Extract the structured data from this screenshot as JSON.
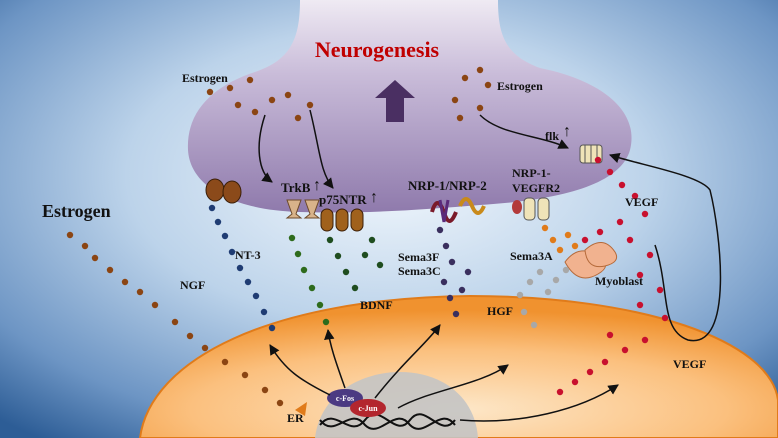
{
  "labels": {
    "title": "Neurogenesis",
    "estrogen_left": "Estrogen",
    "estrogen_top_left": "Estrogen",
    "estrogen_top_right": "Estrogen",
    "trkb": "TrkB",
    "p75ntr": "p75NTR",
    "nrp1_nrp2": "NRP-1/NRP-2",
    "nrp1_line1": "NRP-1-",
    "nrp1_line2": "VEGFR2",
    "flk": "flk",
    "up_arrow": "↑",
    "vegf_top": "VEGF",
    "vegf_bottom": "VEGF",
    "nt3": "NT-3",
    "ngf": "NGF",
    "bdnf": "BDNF",
    "sema3f": "Sema3F",
    "sema3c": "Sema3C",
    "sema3a": "Sema3A",
    "myoblast": "Myoblast",
    "hgf": "HGF",
    "er": "ER",
    "cfos": "c-Fos",
    "cjun": "c-Jun"
  },
  "colors": {
    "estrogen_dot": "#8b4513",
    "ngf_dot": "#1f3c73",
    "nt3_dot": "#2e6b1c",
    "bdnf_dot": "#1f4d1f",
    "sema3fc_dot": "#3a2f5e",
    "hgf_dot": "#a8a8a8",
    "vegf_dot": "#c8102e",
    "sema3a_dot": "#e07b1a",
    "title": "#c00000",
    "cell_fill": "#f5a34a",
    "neuron_fill": "#a592bd"
  }
}
